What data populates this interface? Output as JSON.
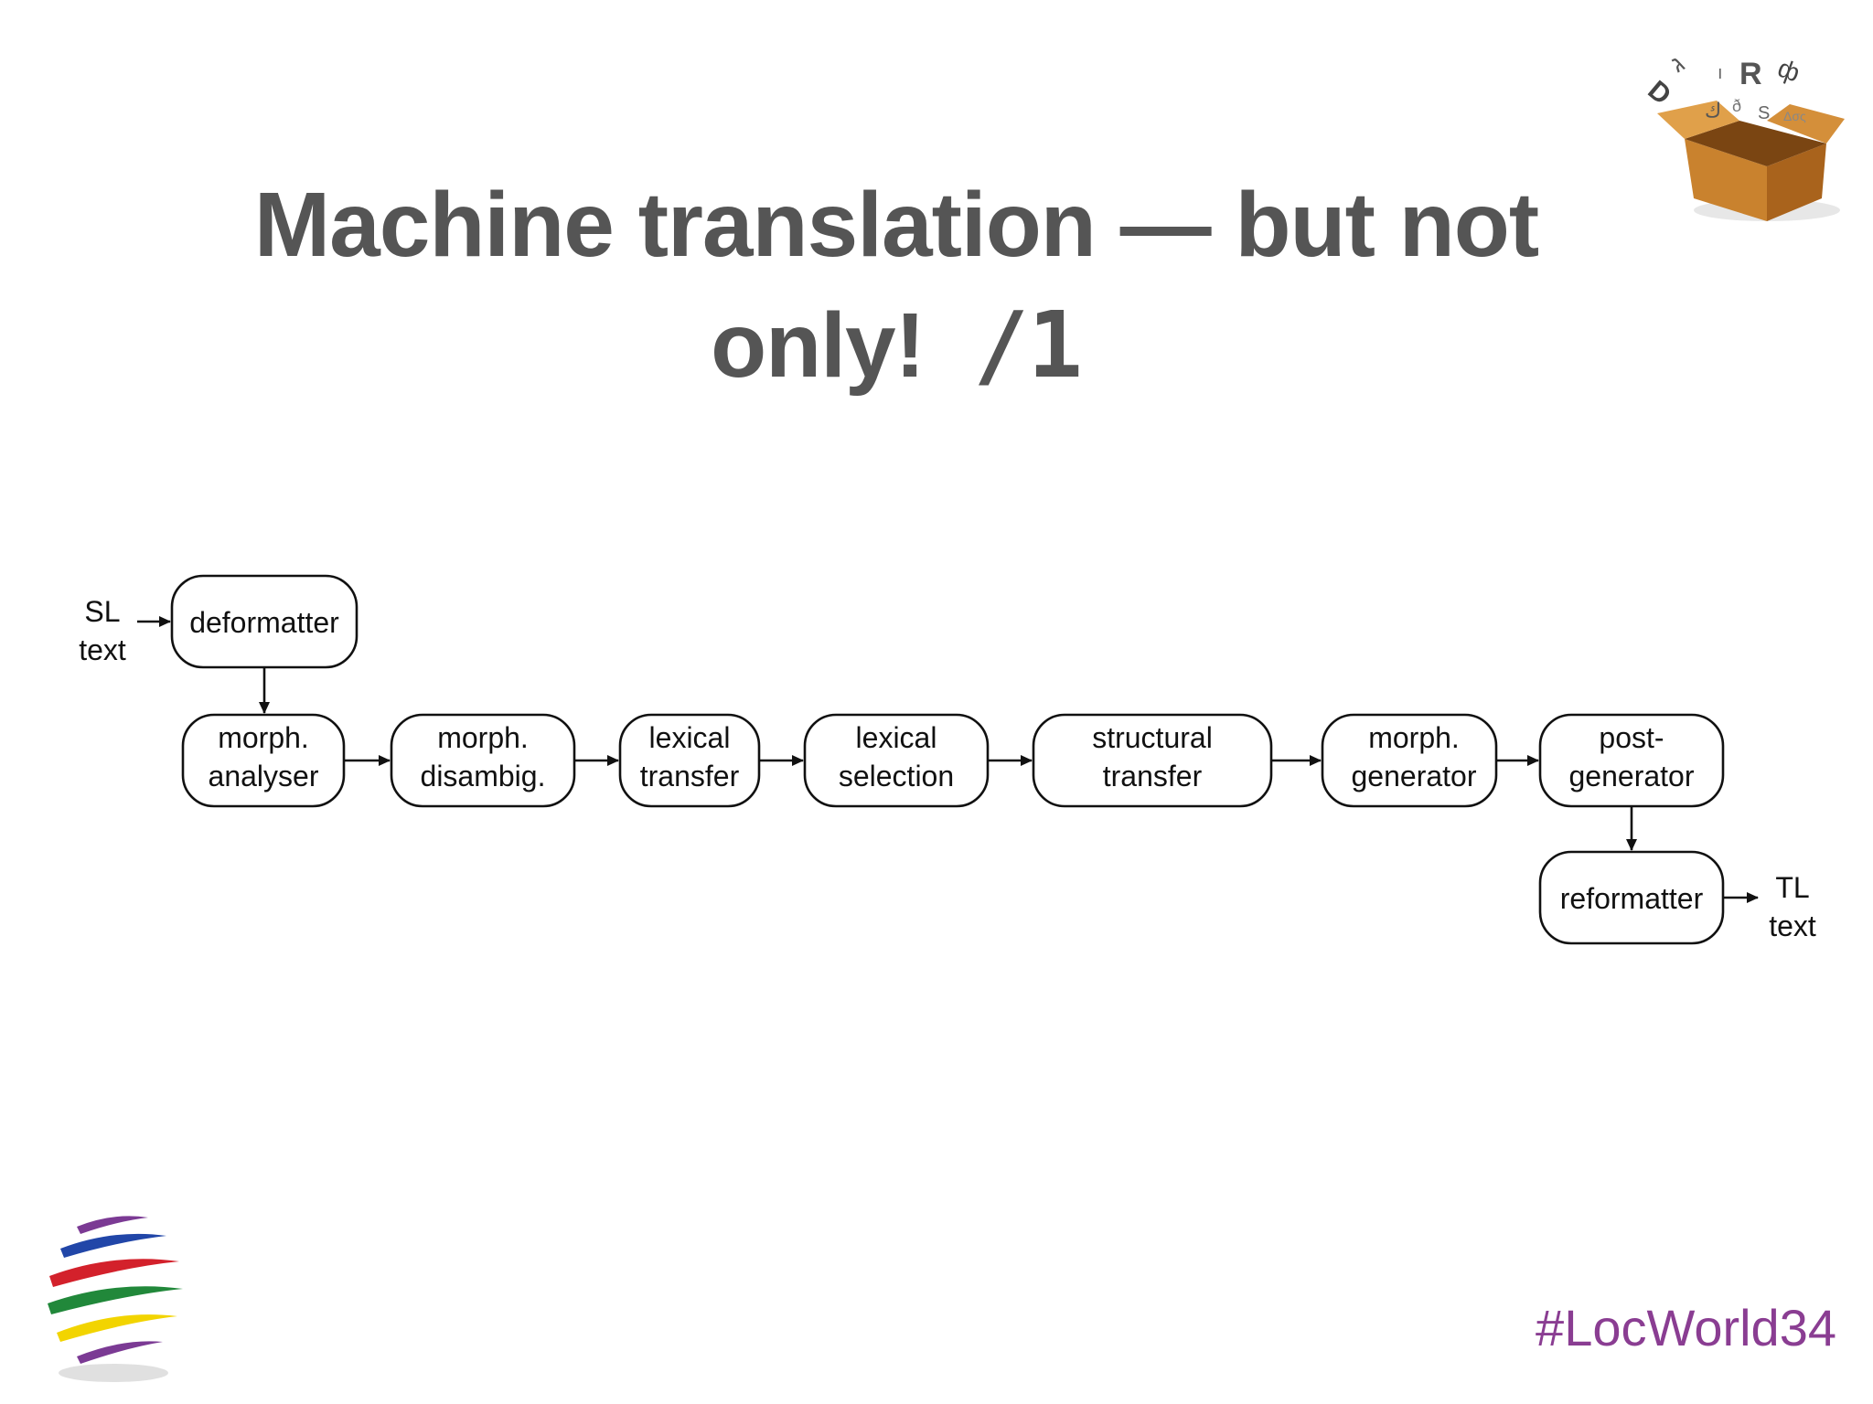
{
  "slide": {
    "title_main": "Machine translation — but not",
    "title_second": "only!",
    "title_number": "/1",
    "hashtag": "#LocWorld34"
  },
  "diagram": {
    "input": {
      "line1": "SL",
      "line2": "text"
    },
    "output": {
      "line1": "TL",
      "line2": "text"
    },
    "nodes": {
      "deformatter": {
        "line1": "deformatter"
      },
      "morph_analyser": {
        "line1": "morph.",
        "line2": "analyser"
      },
      "morph_disambig": {
        "line1": "morph.",
        "line2": "disambig."
      },
      "lexical_transfer": {
        "line1": "lexical",
        "line2": "transfer"
      },
      "lexical_selection": {
        "line1": "lexical",
        "line2": "selection"
      },
      "structural_transfer": {
        "line1": "structural",
        "line2": "transfer"
      },
      "morph_generator": {
        "line1": "morph.",
        "line2": "generator"
      },
      "post_generator": {
        "line1": "post-",
        "line2": "generator"
      },
      "reformatter": {
        "line1": "reformatter"
      }
    }
  },
  "colors": {
    "title": "#555555",
    "hashtag": "#8a3d92",
    "diagram_stroke": "#111111"
  },
  "icons": {
    "top_right": "letters-box-logo",
    "bottom_left": "striped-sphere-logo"
  }
}
